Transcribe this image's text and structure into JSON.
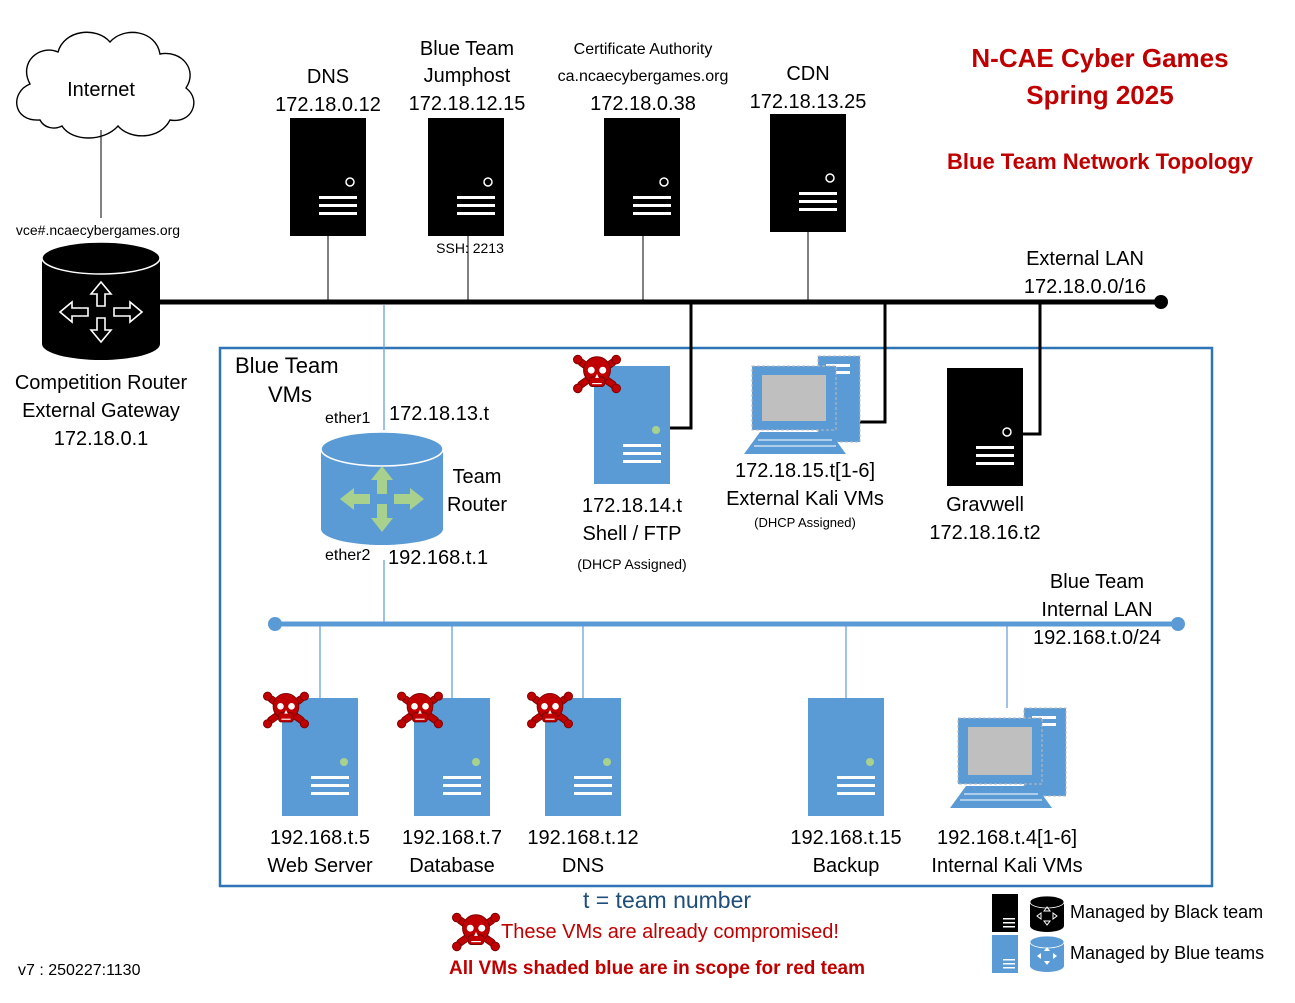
{
  "header": {
    "title_line1": "N-CAE Cyber Games",
    "title_line2": "Spring 2025",
    "subtitle": "Blue Team Network Topology"
  },
  "internet": {
    "label": "Internet"
  },
  "competition_router": {
    "hostname": "vce#.ncaecybergames.org",
    "line1": "Competition Router",
    "line2": "External Gateway",
    "ip": "172.18.0.1"
  },
  "external_servers": {
    "dns": {
      "name": "DNS",
      "ip": "172.18.0.12"
    },
    "jumphost": {
      "name_line1": "Blue Team",
      "name_line2": "Jumphost",
      "ip": "172.18.12.15",
      "note": "SSH: 2213"
    },
    "ca": {
      "name": "Certificate Authority",
      "host": "ca.ncaecybergames.org",
      "ip": "172.18.0.38"
    },
    "cdn": {
      "name": "CDN",
      "ip": "172.18.13.25"
    }
  },
  "external_lan": {
    "name": "External LAN",
    "cidr": "172.18.0.0/16"
  },
  "blue_box": {
    "label_line1": "Blue Team",
    "label_line2": "VMs"
  },
  "team_router": {
    "ether1": "ether1",
    "ether1_ip": "172.18.13.t",
    "name_line1": "Team",
    "name_line2": "Router",
    "ether2": "ether2",
    "ether2_ip": "192.168.t.1"
  },
  "shell_ftp": {
    "ip": "172.18.14.t",
    "name": "Shell / FTP",
    "note": "(DHCP Assigned)"
  },
  "ext_kali": {
    "ip": "172.18.15.t[1-6]",
    "name": "External Kali VMs",
    "note": "(DHCP Assigned)"
  },
  "gravwell": {
    "name": "Gravwell",
    "ip": "172.18.16.t2"
  },
  "internal_lan": {
    "name_line1": "Blue Team",
    "name_line2": "Internal LAN",
    "cidr": "192.168.t.0/24"
  },
  "internal_vms": [
    {
      "ip": "192.168.t.5",
      "name": "Web Server"
    },
    {
      "ip": "192.168.t.7",
      "name": "Database"
    },
    {
      "ip": "192.168.t.12",
      "name": "DNS"
    },
    {
      "ip": "192.168.t.15",
      "name": "Backup"
    },
    {
      "ip": "192.168.t.4[1-6]",
      "name": "Internal Kali VMs"
    }
  ],
  "footer": {
    "team_note": "t = team number",
    "compromised_note": "These VMs are already compromised!",
    "scope_note": "All VMs shaded blue are in scope for red team",
    "version": "v7 : 250227:1130"
  },
  "legend": {
    "black": "Managed by Black team",
    "blue": "Managed by Blue teams"
  },
  "colors": {
    "black_managed": "#000000",
    "blue_managed": "#5b9bd5",
    "lan_blue": "#5b9bd5",
    "box_border": "#2e75b6",
    "title_red": "#c00000",
    "skull": "#c00000",
    "note_blue": "#1f4e79"
  },
  "icons": {
    "black_server": "server-tower-icon",
    "blue_server": "server-tower-icon",
    "router": "router-cylinder-icon",
    "workstation": "desktop-computer-icon",
    "compromised": "skull-crossbones-icon",
    "cloud": "cloud-icon"
  }
}
